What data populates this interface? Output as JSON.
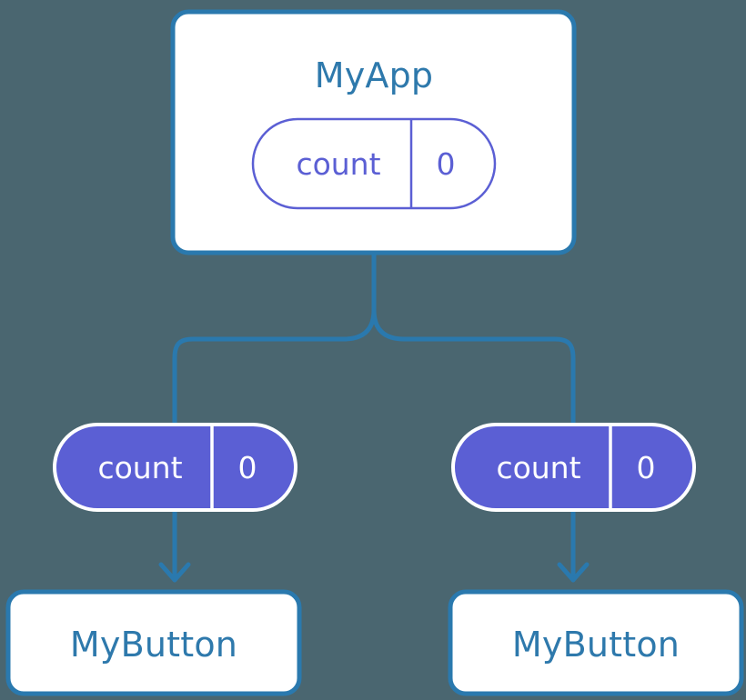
{
  "diagram": {
    "type": "component-state-tree",
    "background_color": "#4a6670",
    "colors": {
      "box_border": "#2a79ae",
      "box_fill": "#ffffff",
      "title_text": "#2e79ac",
      "connector": "#2a79ae",
      "pill_outline_top": "#5b5fd4",
      "pill_fill_child": "#5b5fd4",
      "pill_text_top": "#5b5fd4",
      "pill_text_child": "#ffffff",
      "pill_stroke_child": "#ffffff"
    },
    "root": {
      "title": "MyApp",
      "state": {
        "key": "count",
        "value": "0"
      }
    },
    "children": [
      {
        "state": {
          "key": "count",
          "value": "0"
        },
        "component": {
          "title": "MyButton"
        }
      },
      {
        "state": {
          "key": "count",
          "value": "0"
        },
        "component": {
          "title": "MyButton"
        }
      }
    ]
  }
}
